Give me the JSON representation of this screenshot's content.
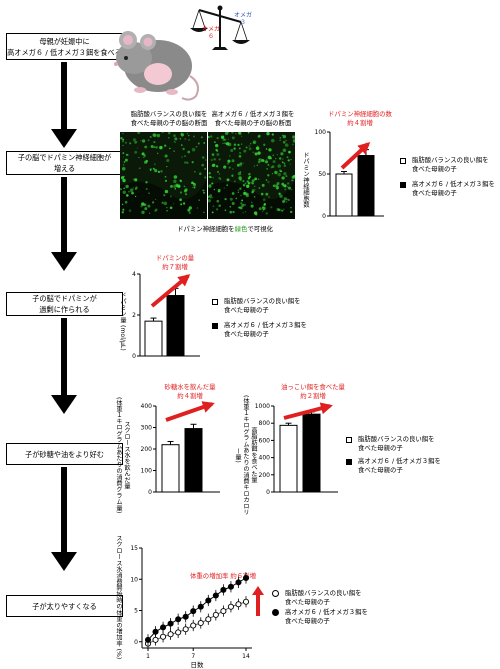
{
  "flow": {
    "box1": [
      "母親が妊娠中に",
      "高オメガ６ / 低オメガ３餌を食べる"
    ],
    "box2": [
      "子の脳でドパミン神経細胞が",
      "増える"
    ],
    "box3": [
      "子の脳でドパミンが",
      "過剰に作られる"
    ],
    "box4": "子が砂糖や油をより好む",
    "box5": "子が太りやすくなる"
  },
  "scale": {
    "left_label": "オメガ\n６",
    "right_label": "オメガ\n３"
  },
  "micrograph": {
    "caption_left": [
      "脂肪酸バランスの良い餌を",
      "食べた母親の子の脳の断面"
    ],
    "caption_right": [
      "高オメガ６ / 低オメガ３餌を",
      "食べた母親の子の脳の断面"
    ],
    "bottom_prefix": "ドパミン神経細胞を",
    "bottom_green": "緑色",
    "bottom_suffix": "で可視化"
  },
  "panel1": {
    "annotation": [
      "ドパミン神経細胞の数",
      "約４割増"
    ],
    "ylabel": "ドパミン神経細胞数",
    "legend_open": [
      "脂肪酸バランスの良い餌を",
      "食べた母親の子"
    ],
    "legend_filled": [
      "高オメガ６ / 低オメガ３餌を",
      "食べた母親の子"
    ]
  },
  "panel2": {
    "annotation": [
      "ドパミンの量",
      "約７割増"
    ],
    "ylabel": "ドパミン量 (mol/μL)",
    "legend_open": [
      "脂肪酸バランスの良い餌を",
      "食べた母親の子"
    ],
    "legend_filled": [
      "高オメガ６ / 低オメガ３餌を",
      "食べた母親の子"
    ]
  },
  "panel3": {
    "annotation_a": [
      "砂糖水を飲んだ量",
      "約４割増"
    ],
    "annotation_b": [
      "油っこい餌を食べた量",
      "約２割増"
    ],
    "ylabel_a": [
      "スクロース水を飲んだ量",
      "(体重１キログラムあたりの消費グラム量)"
    ],
    "ylabel_b": [
      "高脂肪餌を食べた量",
      "(体重１キログラムあたりの消費キロカロリー量)"
    ],
    "legend_open": [
      "脂肪酸バランスの良い餌を",
      "食べた母親の子"
    ],
    "legend_filled": [
      "高オメガ６ / 低オメガ３餌を",
      "食べた母親の子"
    ]
  },
  "panel4": {
    "annotation": "体重の増加率 約６割増",
    "ylabel": "スクロース水消費開始時の体重の増加率 (%)",
    "xlabel": "日数",
    "legend_open": [
      "脂肪酸バランスの良い餌を",
      "食べた母親の子"
    ],
    "legend_filled": [
      "高オメガ６ / 低オメガ３餌を",
      "食べた母親の子"
    ]
  },
  "colors": {
    "accent_red": "#e02020",
    "green_label": "#1aa01a",
    "micrograph_bg": "#0b1a08",
    "neuron_green": "#36d636"
  },
  "chart_data": [
    {
      "type": "bar",
      "categories": [
        "脂肪酸バランスの良い餌を食べた母親の子",
        "高オメガ６ / 低オメガ３餌を食べた母親の子"
      ],
      "values": [
        50,
        72
      ],
      "errors": [
        3,
        7
      ],
      "ylim": [
        0,
        100
      ],
      "yticks": [
        0,
        50,
        100
      ],
      "ylabel": "ドパミン神経細胞数"
    },
    {
      "type": "bar",
      "categories": [
        "脂肪酸バランスの良い餌を食べた母親の子",
        "高オメガ６ / 低オメガ３餌を食べた母親の子"
      ],
      "values": [
        1.7,
        2.95
      ],
      "errors": [
        0.15,
        0.35
      ],
      "ylim": [
        0,
        4
      ],
      "yticks": [
        0,
        2,
        4
      ],
      "ylabel": "ドパミン量 (mol/μL)"
    },
    {
      "type": "bar",
      "categories": [
        "脂肪酸バランスの良い餌を食べた母親の子",
        "高オメガ６ / 低オメガ３餌を食べた母親の子"
      ],
      "values": [
        220,
        295
      ],
      "errors": [
        15,
        20
      ],
      "ylim": [
        0,
        400
      ],
      "yticks": [
        0,
        100,
        200,
        300,
        400
      ],
      "ylabel": "スクロース水を飲んだ量 (体重１キログラムあたりの消費グラム量)"
    },
    {
      "type": "bar",
      "categories": [
        "脂肪酸バランスの良い餌を食べた母親の子",
        "高オメガ６ / 低オメガ３餌を食べた母親の子"
      ],
      "values": [
        775,
        905
      ],
      "errors": [
        25,
        25
      ],
      "ylim": [
        0,
        1000
      ],
      "yticks": [
        0,
        200,
        400,
        600,
        800,
        1000
      ],
      "ylabel": "高脂肪餌を食べた量 (体重１キログラムあたりの消費キロカロリー量)"
    },
    {
      "type": "line",
      "x": [
        1,
        2,
        3,
        4,
        5,
        6,
        7,
        8,
        9,
        10,
        11,
        12,
        13,
        14
      ],
      "series": [
        {
          "name": "脂肪酸バランスの良い餌を食べた母親の子",
          "marker": "open",
          "values": [
            -0.3,
            0.3,
            0.8,
            1.2,
            1.5,
            2.0,
            2.6,
            3.0,
            3.6,
            4.3,
            4.9,
            5.6,
            6.0,
            6.4
          ]
        },
        {
          "name": "高オメガ６ / 低オメガ３餌を食べた母親の子",
          "marker": "filled",
          "values": [
            0.3,
            1.6,
            2.3,
            2.9,
            3.6,
            4.0,
            4.9,
            5.6,
            6.6,
            7.4,
            8.3,
            8.8,
            9.5,
            10.2
          ]
        }
      ],
      "ylim": [
        -1,
        15
      ],
      "yticks": [
        0,
        5,
        10,
        15
      ],
      "xticks": [
        1,
        7,
        14
      ],
      "xlabel": "日数",
      "ylabel": "スクロース水消費開始時の体重の増加率 (%)"
    }
  ]
}
